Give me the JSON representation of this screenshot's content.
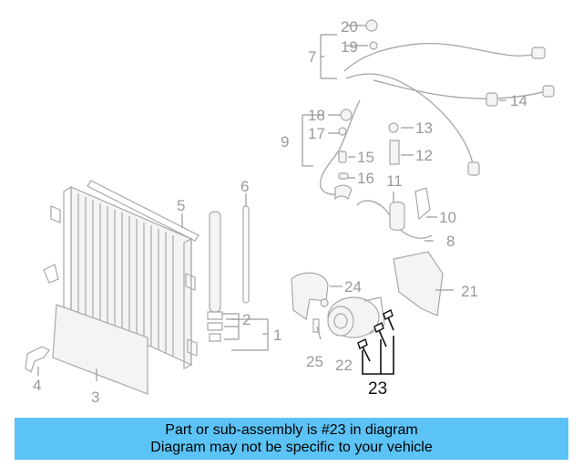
{
  "callouts": {
    "c1": "1",
    "c2": "2",
    "c3": "3",
    "c4": "4",
    "c5": "5",
    "c6": "6",
    "c7": "7",
    "c8": "8",
    "c9": "9",
    "c10": "10",
    "c11": "11",
    "c12": "12",
    "c13": "13",
    "c14": "14",
    "c15": "15",
    "c16": "16",
    "c17": "17",
    "c18": "18",
    "c19": "19",
    "c20": "20",
    "c21": "21",
    "c22": "22",
    "c23": "23",
    "c24": "24",
    "c25": "25"
  },
  "highlighted_part": "23",
  "colors": {
    "banner": "#5bc3f5",
    "highlight": "#111111",
    "diagram_line": "#a8a8a8"
  },
  "banner": {
    "line1": "Part or sub-assembly is #23 in diagram",
    "line2": "Diagram may not be specific to your vehicle"
  }
}
